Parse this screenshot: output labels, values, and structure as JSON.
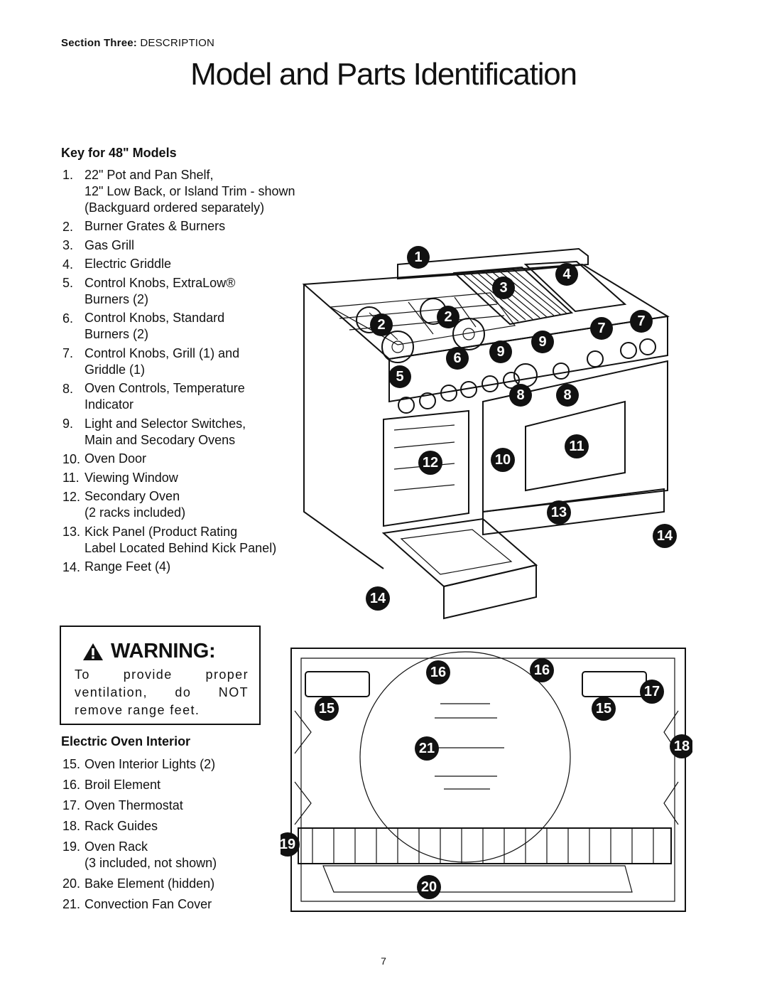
{
  "header": {
    "section_bold": "Section Three:",
    "section_rest": " DESCRIPTION",
    "title": "Model and Parts Identification"
  },
  "key_48": {
    "heading": "Key for 48\" Models",
    "items": [
      {
        "num": "1.",
        "text": "22\" Pot and Pan Shelf,\n12\" Low Back, or Island Trim - shown\n(Backguard ordered separately)"
      },
      {
        "num": "2.",
        "text": "Burner Grates & Burners"
      },
      {
        "num": "3.",
        "text": "Gas Grill"
      },
      {
        "num": "4.",
        "text": "Electric Griddle"
      },
      {
        "num": "5.",
        "text": "Control Knobs, ExtraLow®\nBurners (2)"
      },
      {
        "num": "6.",
        "text": "Control Knobs, Standard\nBurners (2)"
      },
      {
        "num": "7.",
        "text": "Control Knobs, Grill (1) and\nGriddle (1)"
      },
      {
        "num": "8.",
        "text": "Oven Controls, Temperature\nIndicator"
      },
      {
        "num": "9.",
        "text": "Light and Selector Switches,\nMain and Secodary Ovens"
      },
      {
        "num": "10.",
        "text": "Oven Door"
      },
      {
        "num": "11.",
        "text": "Viewing Window"
      },
      {
        "num": "12.",
        "text": "Secondary Oven\n(2 racks included)"
      },
      {
        "num": "13.",
        "text": "Kick Panel (Product Rating\nLabel Located Behind Kick Panel)"
      },
      {
        "num": "14.",
        "text": "Range Feet (4)"
      }
    ]
  },
  "warning": {
    "title": "WARNING:",
    "text": "To provide proper ventilation, do NOT remove range feet."
  },
  "oven_interior": {
    "heading": "Electric Oven Interior",
    "items": [
      {
        "num": "15.",
        "text": "Oven Interior Lights (2)"
      },
      {
        "num": "16.",
        "text": "Broil Element"
      },
      {
        "num": "17.",
        "text": "Oven Thermostat"
      },
      {
        "num": "18.",
        "text": "Rack Guides"
      },
      {
        "num": "19.",
        "text": "Oven Rack\n(3 included, not shown)"
      },
      {
        "num": "20.",
        "text": "Bake Element (hidden)"
      },
      {
        "num": "21.",
        "text": "Convection Fan Cover"
      }
    ]
  },
  "range_callouts": [
    "1",
    "2",
    "2",
    "3",
    "4",
    "5",
    "6",
    "7",
    "7",
    "8",
    "8",
    "9",
    "9",
    "10",
    "11",
    "12",
    "13",
    "14",
    "14"
  ],
  "oven_callouts": [
    "15",
    "15",
    "16",
    "16",
    "17",
    "18",
    "19",
    "20",
    "21"
  ],
  "page_number": "7"
}
